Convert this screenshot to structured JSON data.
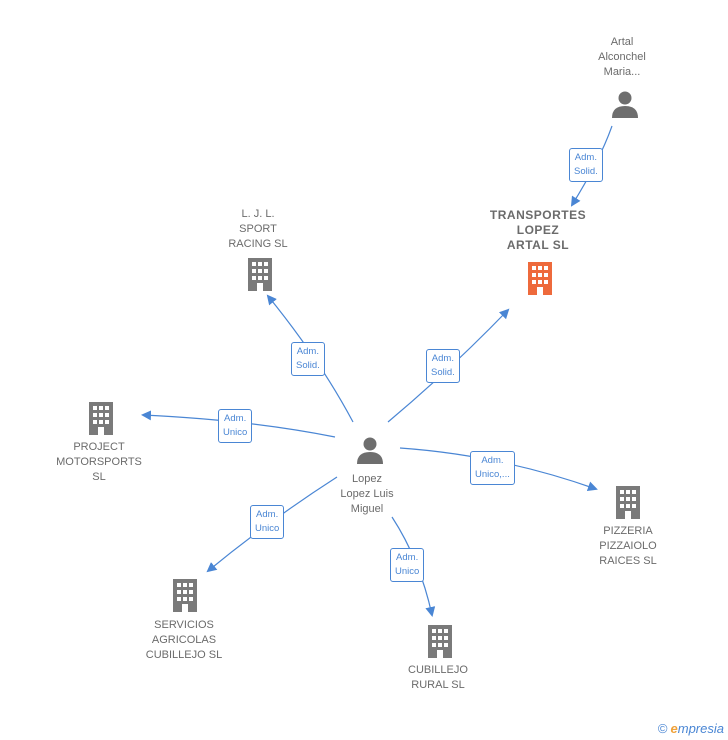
{
  "colors": {
    "edge": "#4a86d4",
    "building": "#7a7a7a",
    "building_focus": "#ee6a3c",
    "person": "#6e6e6e"
  },
  "nodes": {
    "artal": {
      "label": "Artal\nAlconchel\nMaria..."
    },
    "transportes": {
      "label": "TRANSPORTES\nLOPEZ\nARTAL  SL"
    },
    "ljl": {
      "label": "L.  J.  L.\nSPORT\nRACING SL"
    },
    "project": {
      "label": "PROJECT\nMOTORSPORTS\nSL"
    },
    "lopez": {
      "label": "Lopez\nLopez Luis\nMiguel"
    },
    "pizzeria": {
      "label": "PIZZERIA\nPIZZAIOLO\nRAICES  SL"
    },
    "servicios": {
      "label": "SERVICIOS\nAGRICOLAS\nCUBILLEJO  SL"
    },
    "cubillejo": {
      "label": "CUBILLEJO\nRURAL  SL"
    }
  },
  "edges": {
    "artal_transportes": "Adm.\nSolid.",
    "lopez_ljl": "Adm.\nSolid.",
    "lopez_transportes": "Adm.\nSolid.",
    "lopez_project": "Adm.\nUnico",
    "lopez_pizzeria": "Adm.\nUnico,...",
    "lopez_servicios": "Adm.\nUnico",
    "lopez_cubillejo": "Adm.\nUnico"
  },
  "footer": {
    "copyright": "©",
    "brand_first": "e",
    "brand_rest": "mpresia"
  }
}
